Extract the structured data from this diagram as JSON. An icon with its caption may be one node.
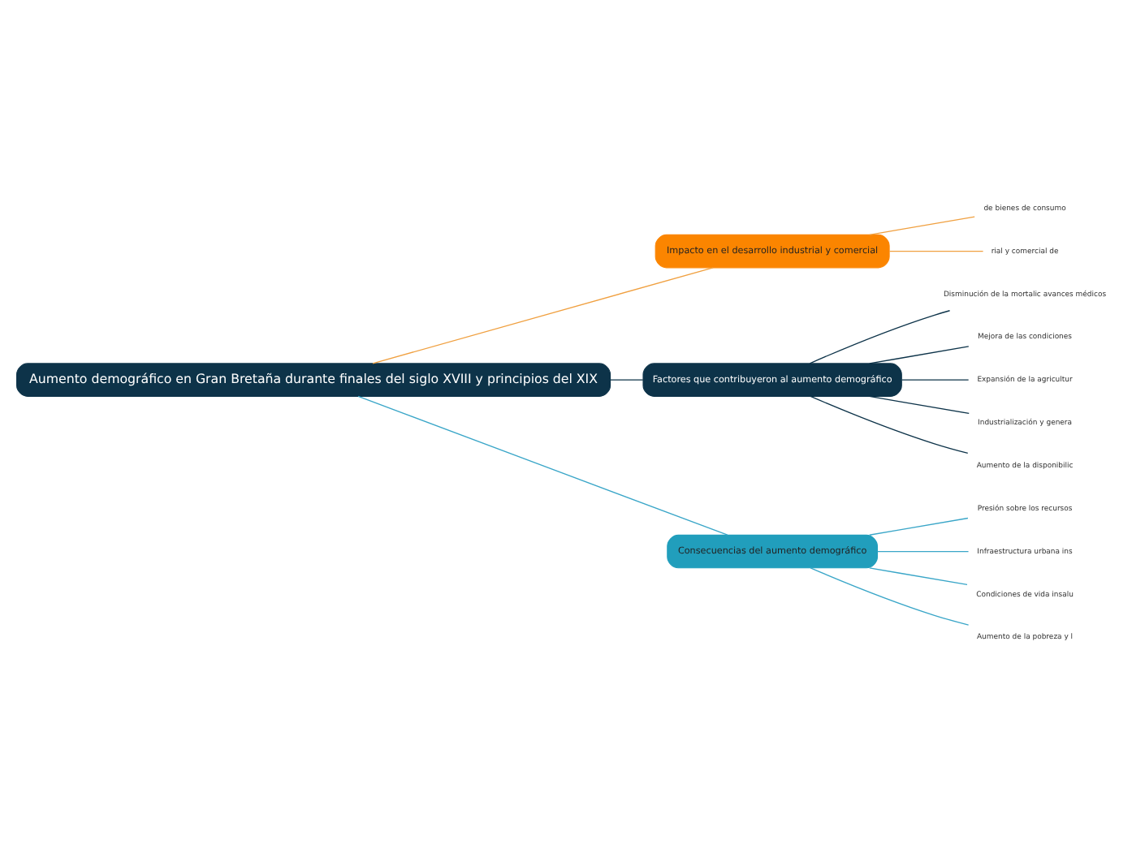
{
  "diagram": {
    "nodes": [
      {
        "text": [
          "Aumento demográfico en Gran Bretaña durante finales del siglo XVIII y principios del XIX"
        ]
      },
      {
        "text": [
          "Impacto en el desarrollo industrial y comercial"
        ]
      },
      {
        "text": [
          "de bienes de consumo"
        ]
      },
      {
        "text": [
          "rial y comercial de"
        ]
      },
      {
        "text": [
          "Factores que contribuyeron al aumento demográfico"
        ]
      },
      {
        "text": [
          "Disminución de la mortalic avances médicos"
        ]
      },
      {
        "text": [
          "Mejora de las condiciones"
        ]
      },
      {
        "text": [
          "Expansión de la agricultur"
        ]
      },
      {
        "text": [
          "Industrialización y genera"
        ]
      },
      {
        "text": [
          "Aumento de la disponibilic"
        ]
      },
      {
        "text": [
          "Consecuencias del aumento demográfico"
        ]
      },
      {
        "text": [
          "Presión sobre los recursos"
        ]
      },
      {
        "text": [
          "Infraestructura urbana ins"
        ]
      },
      {
        "text": [
          "Condiciones de vida insalu"
        ]
      },
      {
        "text": [
          "Aumento de la pobreza y l"
        ]
      }
    ],
    "edges": [
      {
        "from": 0,
        "to": 1,
        "arrow": "none",
        "color": "#f0a040"
      },
      {
        "from": 1,
        "to": 2,
        "arrow": "none",
        "color": "#f0a040"
      },
      {
        "from": 1,
        "to": 3,
        "arrow": "none",
        "color": "#f0a040"
      },
      {
        "from": 0,
        "to": 4,
        "arrow": "none"
      },
      {
        "from": 4,
        "to": 5,
        "arrow": "none"
      },
      {
        "from": 4,
        "to": 6,
        "arrow": "none"
      },
      {
        "from": 4,
        "to": 7,
        "arrow": "none"
      },
      {
        "from": 4,
        "to": 8,
        "arrow": "none"
      },
      {
        "from": 4,
        "to": 9,
        "arrow": "none"
      },
      {
        "from": 0,
        "to": 10,
        "arrow": "none",
        "color": "#3aa6c8"
      },
      {
        "from": 10,
        "to": 11,
        "arrow": "none",
        "color": "#3aa6c8"
      },
      {
        "from": 10,
        "to": 12,
        "arrow": "none",
        "color": "#3aa6c8"
      },
      {
        "from": 10,
        "to": 13,
        "arrow": "none",
        "color": "#3aa6c8"
      },
      {
        "from": 10,
        "to": 14,
        "arrow": "none",
        "color": "#3aa6c8"
      }
    ]
  }
}
